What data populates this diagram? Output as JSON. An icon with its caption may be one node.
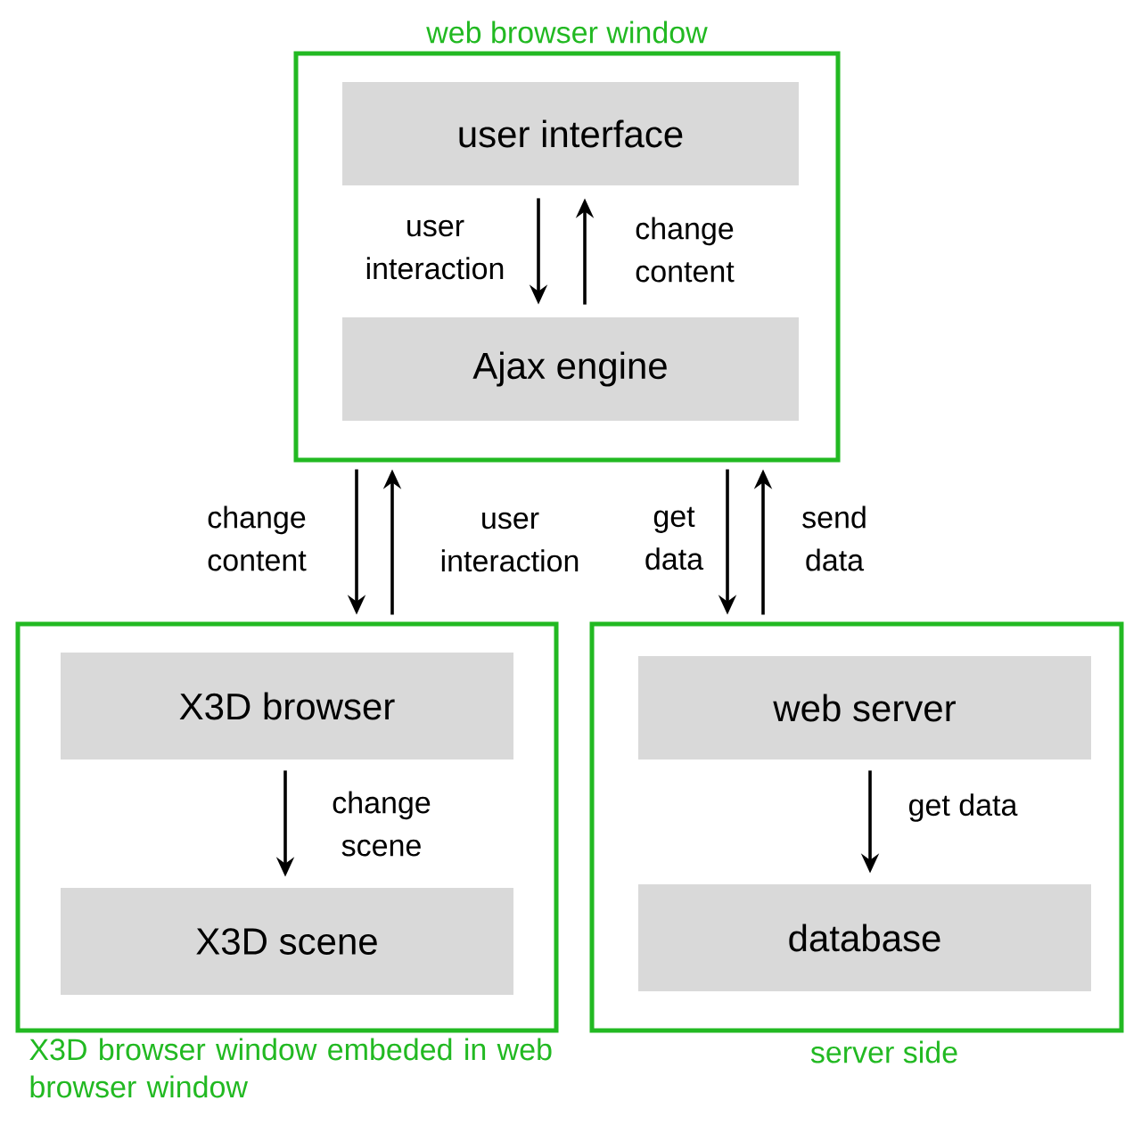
{
  "diagram": {
    "nodes": [
      {
        "text": [
          "web browser window"
        ]
      },
      {
        "text": [
          "user interface"
        ],
        "in": 0
      },
      {
        "text": [
          "Ajax engine"
        ],
        "in": 0
      },
      {
        "text": [
          "X3D browser window embeded in web browser window"
        ]
      },
      {
        "text": [
          "X3D browser"
        ],
        "in": 3
      },
      {
        "text": [
          "X3D scene"
        ],
        "in": 3
      },
      {
        "text": [
          "server side"
        ]
      },
      {
        "text": [
          "web server"
        ],
        "in": 6
      },
      {
        "text": [
          "database"
        ],
        "in": 6
      }
    ],
    "edges": [
      {
        "from": 1,
        "to": 2,
        "arrow": "to",
        "label": "user interaction"
      },
      {
        "from": 2,
        "to": 1,
        "arrow": "to",
        "label": "change content"
      },
      {
        "from": 0,
        "to": 3,
        "arrow": "to",
        "label": "change content"
      },
      {
        "from": 3,
        "to": 0,
        "arrow": "to",
        "label": "user interaction"
      },
      {
        "from": 0,
        "to": 6,
        "arrow": "to",
        "label": "get data"
      },
      {
        "from": 6,
        "to": 0,
        "arrow": "to",
        "label": "send data"
      },
      {
        "from": 4,
        "to": 5,
        "arrow": "to",
        "label": "change scene"
      },
      {
        "from": 7,
        "to": 8,
        "arrow": "to",
        "label": "get data"
      }
    ]
  }
}
